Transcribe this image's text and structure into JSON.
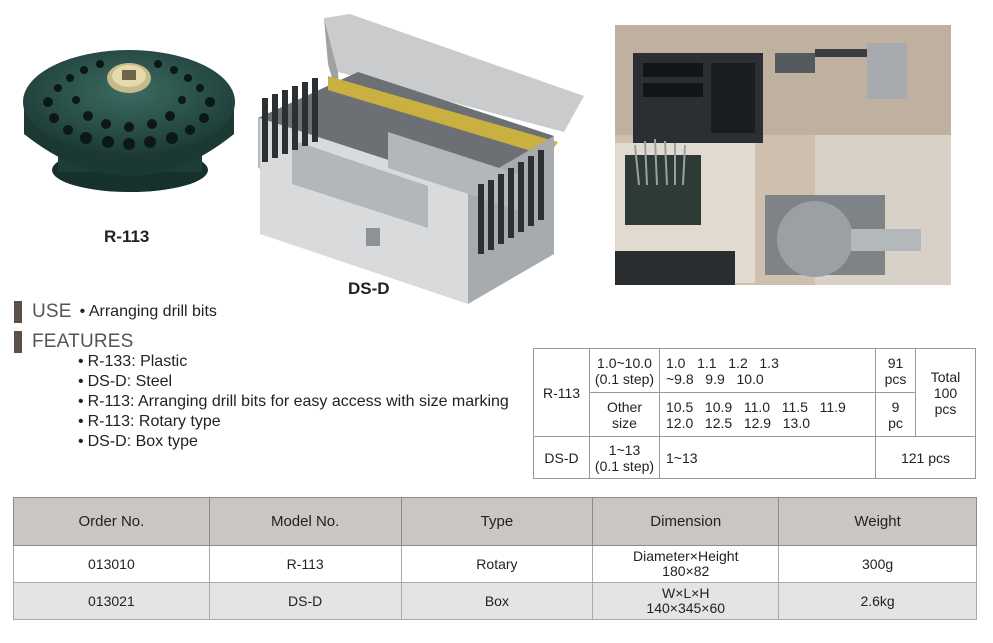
{
  "products": [
    {
      "caption": "R-113"
    },
    {
      "caption": "DS-D"
    }
  ],
  "use": {
    "heading": "USE",
    "text": "Arranging drill bits"
  },
  "features": {
    "heading": "FEATURES",
    "items": [
      "R-133: Plastic",
      "DS-D: Steel",
      "R-113: Arranging drill bits for easy access with size marking",
      "R-113: Rotary type",
      "DS-D: Box type"
    ]
  },
  "size_table": {
    "r113": {
      "model": "R-113",
      "row1": {
        "range": "1.0~10.0",
        "step": "(0.1 step)",
        "sizes_line1": "1.0   1.1   1.2   1.3",
        "sizes_line2": "~9.8   9.9   10.0",
        "count_num": "91",
        "count_unit": "pcs"
      },
      "row2": {
        "range1": "Other",
        "range2": "size",
        "sizes_line1": "10.5   10.9   11.0   11.5   11.9",
        "sizes_line2": "12.0   12.5   12.9   13.0",
        "count_num": "9",
        "count_unit": "pc"
      },
      "total1": "Total",
      "total2": "100",
      "total3": "pcs"
    },
    "dsd": {
      "model": "DS-D",
      "range": "1~13",
      "step": "(0.1 step)",
      "sizes": "1~13",
      "count": "121 pcs"
    }
  },
  "order_table": {
    "headers": [
      "Order No.",
      "Model No.",
      "Type",
      "Dimension",
      "Weight"
    ],
    "rows": [
      {
        "order": "013010",
        "model": "R-113",
        "type": "Rotary",
        "dim1": "Diameter×Height",
        "dim2": "180×82",
        "weight": "300g"
      },
      {
        "order": "013021",
        "model": "DS-D",
        "type": "Box",
        "dim1": "W×L×H",
        "dim2": "140×345×60",
        "weight": "2.6kg"
      }
    ]
  }
}
